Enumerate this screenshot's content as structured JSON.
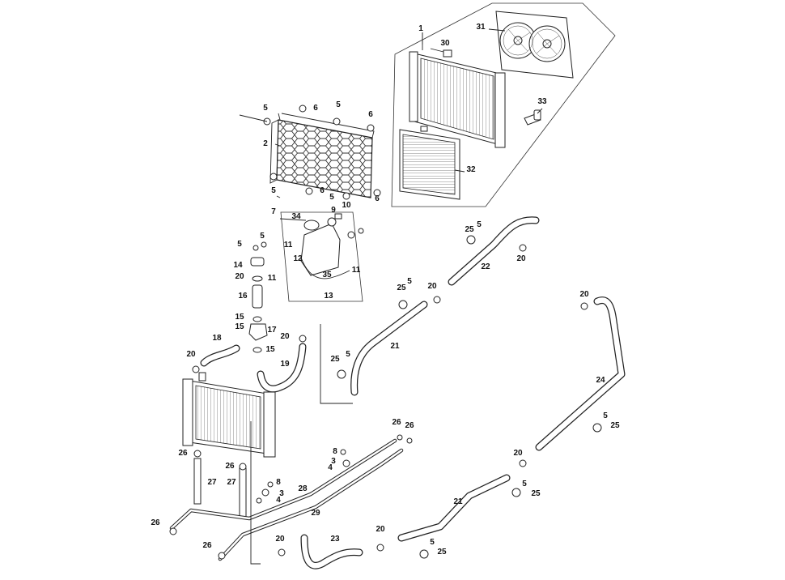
{
  "callouts": [
    {
      "id": "c1",
      "text": "1"
    },
    {
      "id": "c30",
      "text": "30"
    },
    {
      "id": "c31",
      "text": "31"
    },
    {
      "id": "c33",
      "text": "33"
    },
    {
      "id": "c32",
      "text": "32"
    },
    {
      "id": "c2",
      "text": "2"
    },
    {
      "id": "c5a",
      "text": "5"
    },
    {
      "id": "c6a",
      "text": "6"
    },
    {
      "id": "c5b",
      "text": "5"
    },
    {
      "id": "c6b",
      "text": "6"
    },
    {
      "id": "c5c",
      "text": "5"
    },
    {
      "id": "c6c",
      "text": "6"
    },
    {
      "id": "c5d",
      "text": "5"
    },
    {
      "id": "c6d",
      "text": "6"
    },
    {
      "id": "c7",
      "text": "7"
    },
    {
      "id": "c34",
      "text": "34"
    },
    {
      "id": "c9",
      "text": "9"
    },
    {
      "id": "c10",
      "text": "10"
    },
    {
      "id": "c11a",
      "text": "11"
    },
    {
      "id": "c12",
      "text": "12"
    },
    {
      "id": "c35",
      "text": "35"
    },
    {
      "id": "c11b",
      "text": "11"
    },
    {
      "id": "c13",
      "text": "13"
    },
    {
      "id": "c5e",
      "text": "5"
    },
    {
      "id": "c5f",
      "text": "5"
    },
    {
      "id": "c14",
      "text": "14"
    },
    {
      "id": "c11c",
      "text": "11"
    },
    {
      "id": "c20a",
      "text": "20"
    },
    {
      "id": "c16",
      "text": "16"
    },
    {
      "id": "c15a",
      "text": "15"
    },
    {
      "id": "c15b",
      "text": "15"
    },
    {
      "id": "c17",
      "text": "17"
    },
    {
      "id": "c15c",
      "text": "15"
    },
    {
      "id": "c18",
      "text": "18"
    },
    {
      "id": "c20b",
      "text": "20"
    },
    {
      "id": "c20c",
      "text": "20"
    },
    {
      "id": "c19",
      "text": "19"
    },
    {
      "id": "c25a",
      "text": "25"
    },
    {
      "id": "c5g",
      "text": "5"
    },
    {
      "id": "c20d",
      "text": "20"
    },
    {
      "id": "c22",
      "text": "22"
    },
    {
      "id": "c25b",
      "text": "25"
    },
    {
      "id": "c5h",
      "text": "5"
    },
    {
      "id": "c20e",
      "text": "20"
    },
    {
      "id": "c25c",
      "text": "25"
    },
    {
      "id": "c5i",
      "text": "5"
    },
    {
      "id": "c21a",
      "text": "21"
    },
    {
      "id": "c20f",
      "text": "20"
    },
    {
      "id": "c24",
      "text": "24"
    },
    {
      "id": "c5j",
      "text": "5"
    },
    {
      "id": "c25d",
      "text": "25"
    },
    {
      "id": "c26a",
      "text": "26"
    },
    {
      "id": "c26b",
      "text": "26"
    },
    {
      "id": "c26c",
      "text": "26"
    },
    {
      "id": "c26d",
      "text": "26"
    },
    {
      "id": "c8a",
      "text": "8"
    },
    {
      "id": "c3a",
      "text": "3"
    },
    {
      "id": "c4a",
      "text": "4"
    },
    {
      "id": "c27a",
      "text": "27"
    },
    {
      "id": "c27b",
      "text": "27"
    },
    {
      "id": "c8b",
      "text": "8"
    },
    {
      "id": "c3b",
      "text": "3"
    },
    {
      "id": "c4b",
      "text": "4"
    },
    {
      "id": "c28",
      "text": "28"
    },
    {
      "id": "c29",
      "text": "29"
    },
    {
      "id": "c20g",
      "text": "20"
    },
    {
      "id": "c5k",
      "text": "5"
    },
    {
      "id": "c25e",
      "text": "25"
    },
    {
      "id": "c21b",
      "text": "21"
    },
    {
      "id": "c26e",
      "text": "26"
    },
    {
      "id": "c26f",
      "text": "26"
    },
    {
      "id": "c20h",
      "text": "20"
    },
    {
      "id": "c23",
      "text": "23"
    },
    {
      "id": "c20i",
      "text": "20"
    },
    {
      "id": "c5l",
      "text": "5"
    },
    {
      "id": "c25f",
      "text": "25"
    }
  ]
}
